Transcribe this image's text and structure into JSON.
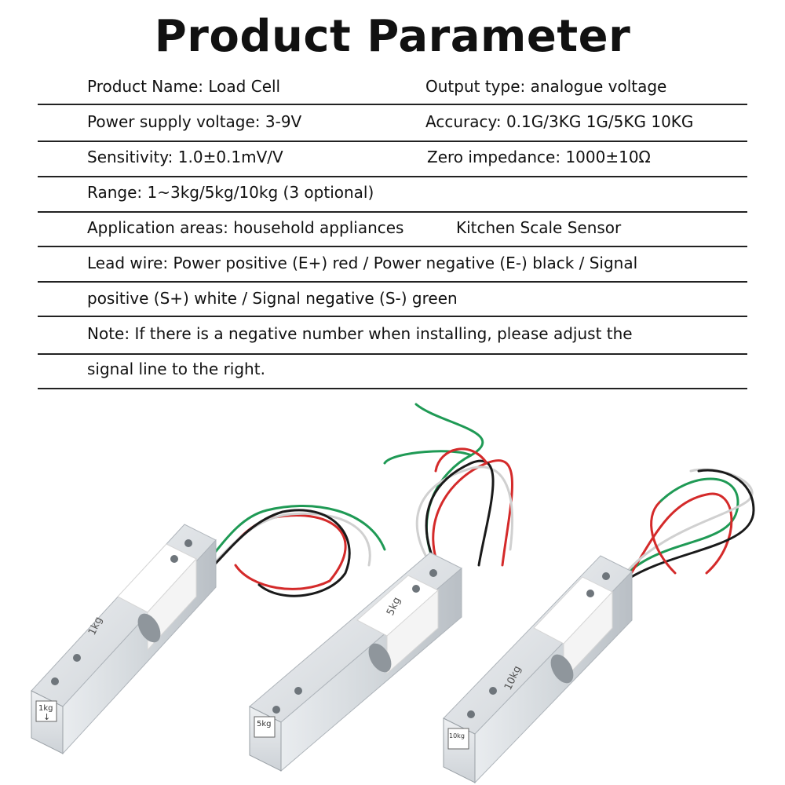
{
  "title": "Product Parameter",
  "params": {
    "product_name": "Product Name: Load Cell",
    "output_type": "Output type: analogue voltage",
    "power_supply": "Power supply voltage: 3-9V",
    "accuracy": "Accuracy: 0.1G/3KG 1G/5KG 10KG",
    "sensitivity": "Sensitivity: 1.0±0.1mV/V",
    "zero_impedance": "Zero impedance: 1000±10Ω",
    "range": "Range: 1~3kg/5kg/10kg (3 optional)",
    "application": "Application areas: household appliances",
    "application_extra": "Kitchen Scale Sensor",
    "lead_wire_1": "Lead wire: Power positive (E+) red / Power negative (E-) black / Signal",
    "lead_wire_2": "positive (S+) white / Signal negative (S-) green",
    "note_1": "Note: If there is a negative number when installing, please adjust the",
    "note_2": "signal line to the right."
  },
  "labels": {
    "cell1_side": "1kg",
    "cell1_end": "1kg",
    "cell2_side": "5kg",
    "cell2_end": "5kg",
    "cell3_side": "10kg",
    "cell3_end": "10kg"
  },
  "colors": {
    "wire_red": "#d42a2a",
    "wire_black": "#1a1a1a",
    "wire_white": "#e6e6e6",
    "wire_green": "#1f9a55",
    "aluminum": "#d8dce0"
  }
}
